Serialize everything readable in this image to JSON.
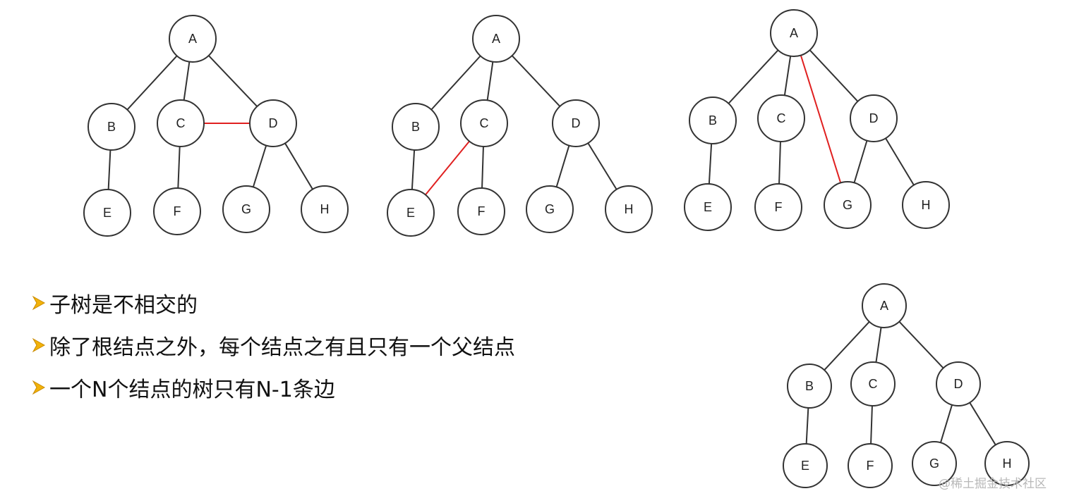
{
  "colors": {
    "edge": "#333333",
    "highlight_edge": "#e02020",
    "bullet_arrow": "#f2b20a"
  },
  "trees": [
    {
      "labels": [
        "A",
        "B",
        "C",
        "D",
        "E",
        "F",
        "G",
        "H"
      ],
      "edges": [
        [
          "A",
          "B"
        ],
        [
          "A",
          "C"
        ],
        [
          "A",
          "D"
        ],
        [
          "B",
          "E"
        ],
        [
          "C",
          "F"
        ],
        [
          "D",
          "G"
        ],
        [
          "D",
          "H"
        ]
      ],
      "extra_edge": [
        "C",
        "D"
      ]
    },
    {
      "labels": [
        "A",
        "B",
        "C",
        "D",
        "E",
        "F",
        "G",
        "H"
      ],
      "edges": [
        [
          "A",
          "B"
        ],
        [
          "A",
          "C"
        ],
        [
          "A",
          "D"
        ],
        [
          "B",
          "E"
        ],
        [
          "C",
          "F"
        ],
        [
          "D",
          "G"
        ],
        [
          "D",
          "H"
        ]
      ],
      "extra_edge": [
        "C",
        "E"
      ]
    },
    {
      "labels": [
        "A",
        "B",
        "C",
        "D",
        "E",
        "F",
        "G",
        "H"
      ],
      "edges": [
        [
          "A",
          "B"
        ],
        [
          "A",
          "C"
        ],
        [
          "A",
          "D"
        ],
        [
          "B",
          "E"
        ],
        [
          "C",
          "F"
        ],
        [
          "D",
          "G"
        ],
        [
          "D",
          "H"
        ]
      ],
      "extra_edge": [
        "A",
        "G"
      ]
    },
    {
      "labels": [
        "A",
        "B",
        "C",
        "D",
        "E",
        "F",
        "G",
        "H"
      ],
      "edges": [
        [
          "A",
          "B"
        ],
        [
          "A",
          "C"
        ],
        [
          "A",
          "D"
        ],
        [
          "B",
          "E"
        ],
        [
          "C",
          "F"
        ],
        [
          "D",
          "G"
        ],
        [
          "D",
          "H"
        ]
      ],
      "extra_edge": null
    }
  ],
  "bullets": [
    "子树是不相交的",
    "除了根结点之外，每个结点之有且只有一个父结点",
    "一个N个结点的树只有N-1条边"
  ],
  "watermark": "@稀土掘金技术社区"
}
